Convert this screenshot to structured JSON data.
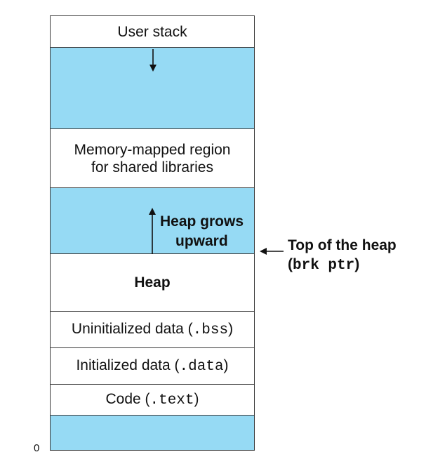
{
  "diagram": {
    "segments": [
      {
        "id": "user-stack",
        "text": "User stack"
      },
      {
        "id": "gap-top",
        "text": ""
      },
      {
        "id": "mmap",
        "line1": "Memory-mapped region",
        "line2": "for shared libraries"
      },
      {
        "id": "heap-growth",
        "text": ""
      },
      {
        "id": "heap",
        "text": "Heap"
      },
      {
        "id": "bss",
        "text_pre": "Uninitialized data (",
        "code": ".bss",
        "text_post": ")"
      },
      {
        "id": "data",
        "text_pre": "Initialized data (",
        "code": ".data",
        "text_post": ")"
      },
      {
        "id": "text",
        "text_pre": "Code (",
        "code": ".text",
        "text_post": ")"
      },
      {
        "id": "gap-bottom",
        "text": ""
      }
    ],
    "heap_grows": {
      "line1": "Heap grows",
      "line2": "upward"
    },
    "top_of_heap": {
      "line1": "Top of the heap",
      "paren_open": "(",
      "code": "brk ptr",
      "paren_close": ")"
    },
    "address_zero": "0",
    "colors": {
      "gap_fill": "#96daf4",
      "border": "#3a3a3a",
      "text": "#111111"
    }
  }
}
